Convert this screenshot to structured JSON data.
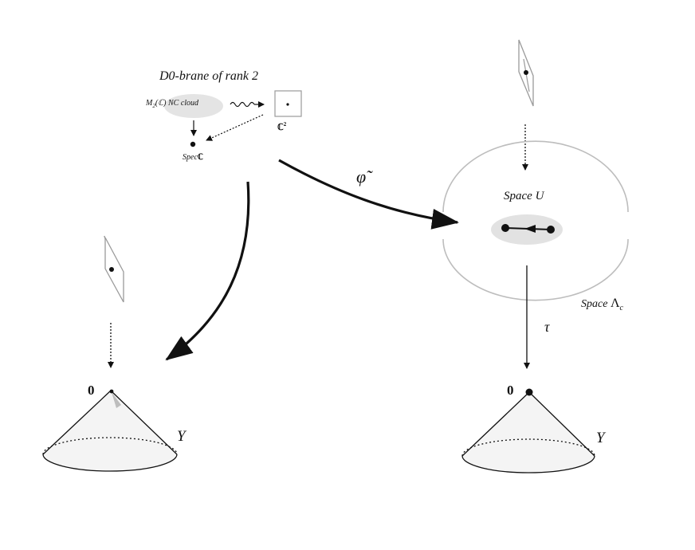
{
  "title": "D0-brane of rank 2",
  "nc_cloud": {
    "algebra_M": "M",
    "algebra_sub": "2",
    "algebra_rest": "(ℂ)  NC  cloud"
  },
  "c2": {
    "base": "ℂ",
    "sup": "2"
  },
  "spec": {
    "text": "Spec",
    "field": "ℂ"
  },
  "phi_label": "φ̃",
  "space_U": "Space U",
  "space_lambda": {
    "prefix": "Space ",
    "symbol": "Λ",
    "sub": "c"
  },
  "tau_label": "τ",
  "left_cone": {
    "apex_label": "0",
    "name": "Y"
  },
  "right_cone": {
    "apex_label": "0",
    "name": "Y"
  },
  "colors": {
    "ink": "#111111",
    "grey_stroke": "#9a9a9a",
    "grey_fill": "#e2e2e2",
    "cone_fill": "#f4f4f4"
  }
}
